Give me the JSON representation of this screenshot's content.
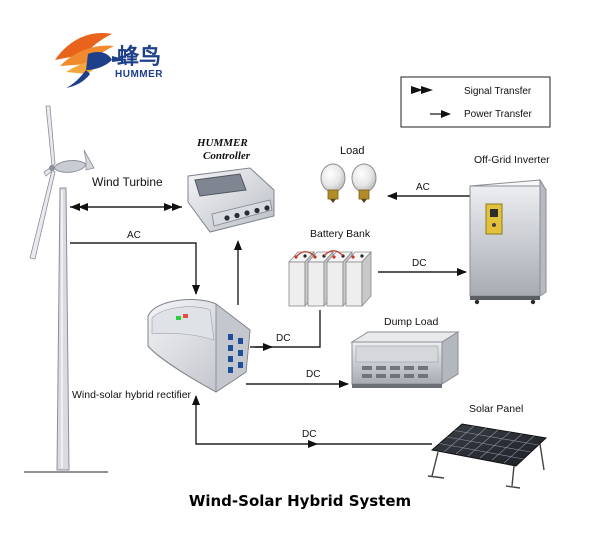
{
  "logo": {
    "name_cn": "蜂鸟",
    "name_en": "HUMMER",
    "colors": {
      "wing": "#e8641c",
      "text": "#1e3f8a"
    }
  },
  "legend": {
    "items": [
      {
        "label": "Signal Transfer",
        "icon": "double-arrow-icon"
      },
      {
        "label": "Power Transfer",
        "icon": "single-arrow-icon"
      }
    ]
  },
  "components": {
    "wind_turbine": "Wind Turbine",
    "controller_line1": "HUMMER",
    "controller_line2": "Controller",
    "load": "Load",
    "inverter": "Off-Grid Inverter",
    "battery": "Battery Bank",
    "dump_load": "Dump Load",
    "rectifier": "Wind-solar hybrid rectifier",
    "solar_panel": "Solar Panel"
  },
  "connections": {
    "turbine_to_rectifier": "AC",
    "inverter_to_load": "AC",
    "battery_to_inverter": "DC",
    "rectifier_to_battery": "DC",
    "rectifier_to_dump": "DC",
    "solar_to_rectifier": "DC"
  },
  "caption": "Wind-Solar Hybrid System"
}
